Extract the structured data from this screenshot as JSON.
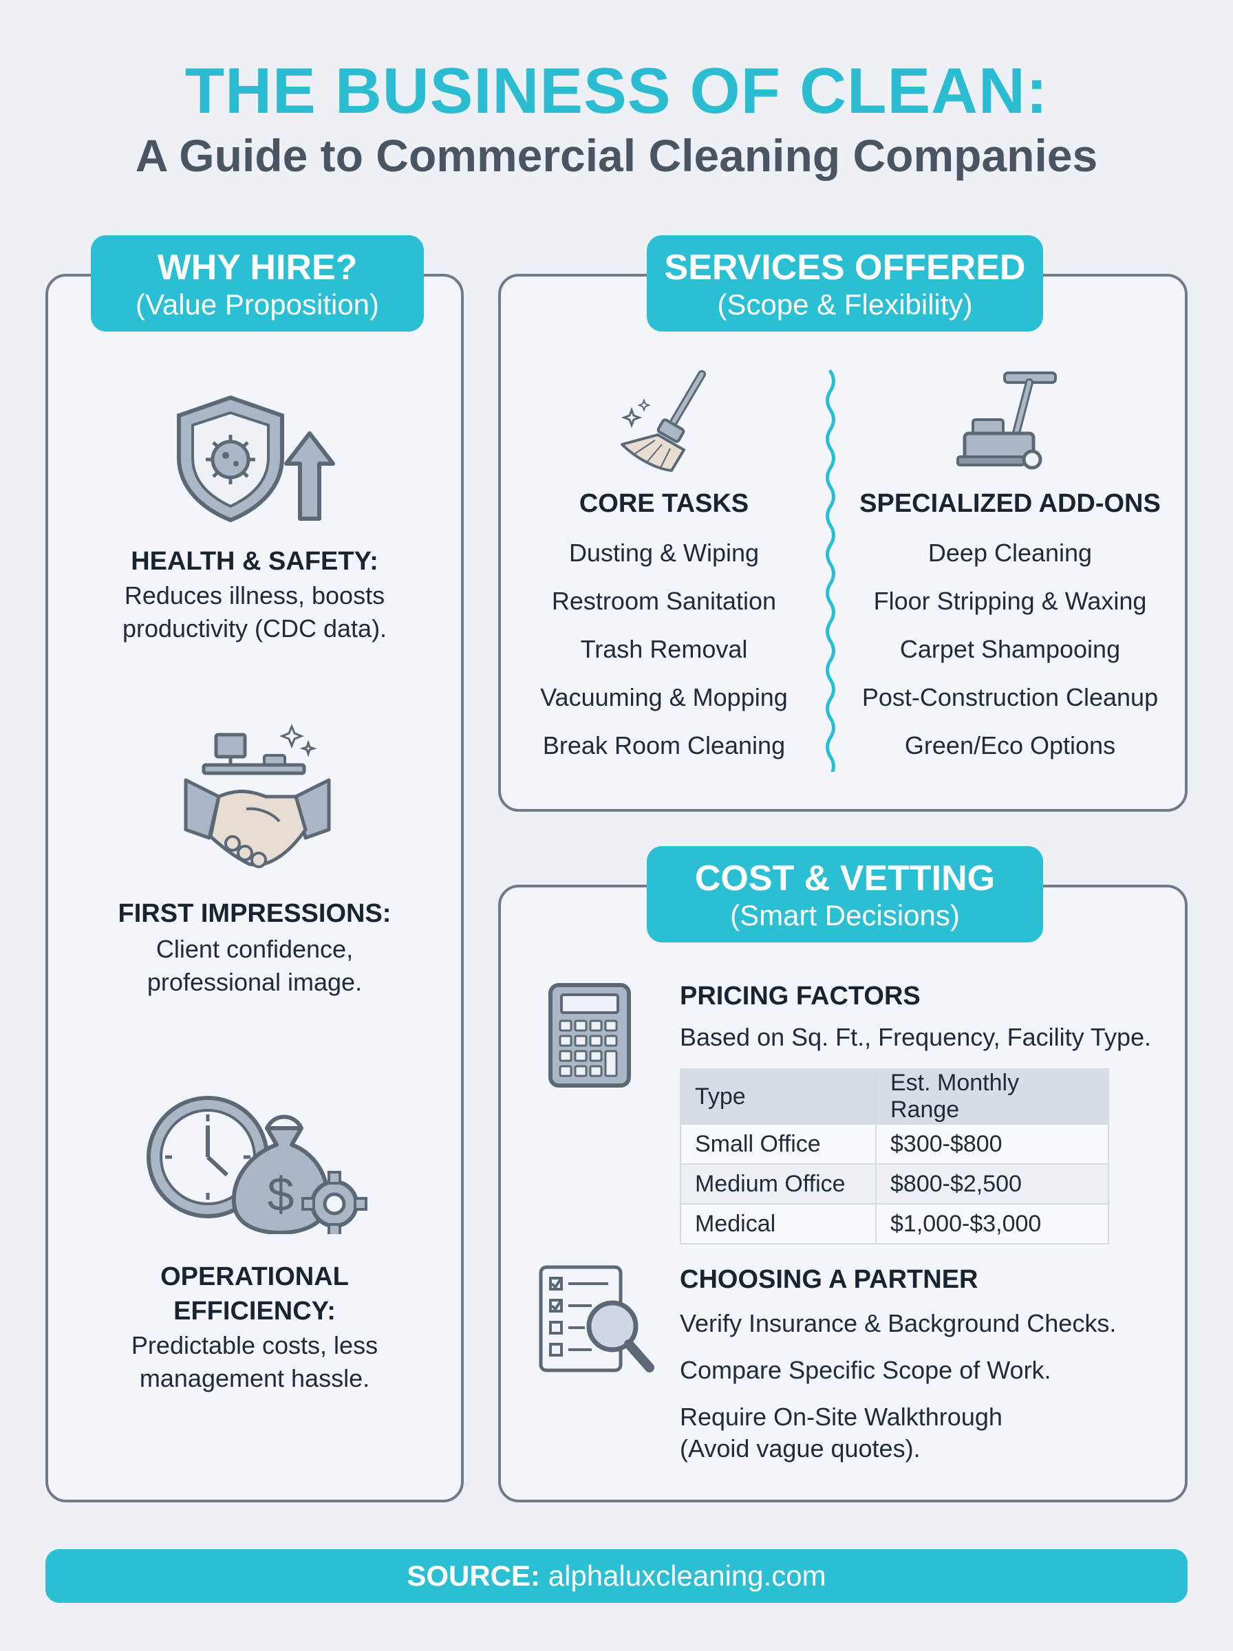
{
  "header": {
    "title": "THE BUSINESS OF CLEAN:",
    "subtitle": "A Guide to Commercial Cleaning Companies"
  },
  "why_hire": {
    "badge_title": "WHY HIRE?",
    "badge_subtitle": "(Value Proposition)",
    "items": [
      {
        "heading": "HEALTH & SAFETY:",
        "lines": [
          "Reduces illness, boosts",
          "productivity (CDC data)."
        ],
        "icon": "shield-virus-arrow-icon"
      },
      {
        "heading": "FIRST IMPRESSIONS:",
        "lines": [
          "Client confidence,",
          "professional image."
        ],
        "icon": "handshake-desk-icon"
      },
      {
        "heading_lines": [
          "OPERATIONAL",
          "EFFICIENCY:"
        ],
        "lines": [
          "Predictable costs, less",
          "management hassle."
        ],
        "icon": "clock-money-gear-icon"
      }
    ]
  },
  "services": {
    "badge_title": "SERVICES OFFERED",
    "badge_subtitle": "(Scope & Flexibility)",
    "core": {
      "heading": "CORE TASKS",
      "icon": "broom-icon",
      "items": [
        "Dusting & Wiping",
        "Restroom Sanitation",
        "Trash Removal",
        "Vacuuming & Mopping",
        "Break Room Cleaning"
      ]
    },
    "addons": {
      "heading": "SPECIALIZED ADD-ONS",
      "icon": "floor-machine-icon",
      "items": [
        "Deep Cleaning",
        "Floor Stripping & Waxing",
        "Carpet Shampooing",
        "Post-Construction Cleanup",
        "Green/Eco Options"
      ]
    }
  },
  "cost": {
    "badge_title": "COST & VETTING",
    "badge_subtitle": "(Smart Decisions)",
    "pricing": {
      "heading": "PRICING FACTORS",
      "text": "Based on Sq. Ft., Frequency, Facility Type.",
      "icon": "calculator-icon",
      "table": {
        "headers": [
          "Type",
          "Est. Monthly Range"
        ],
        "rows": [
          [
            "Small Office",
            "$300-$800"
          ],
          [
            "Medium Office",
            "$800-$2,500"
          ],
          [
            "Medical",
            "$1,000-$3,000"
          ]
        ]
      }
    },
    "partner": {
      "heading": "CHOOSING A PARTNER",
      "icon": "checklist-magnifier-icon",
      "items": [
        "Verify Insurance & Background Checks.",
        "Compare Specific Scope of Work.",
        "Require On-Site Walkthrough",
        "(Avoid vague quotes)."
      ]
    }
  },
  "footer": {
    "label": "SOURCE:",
    "url": "alphaluxcleaning.com"
  },
  "colors": {
    "accent": "#2bbfd3",
    "outline": "#6f7b88",
    "icon_fill": "#aab7c6"
  }
}
